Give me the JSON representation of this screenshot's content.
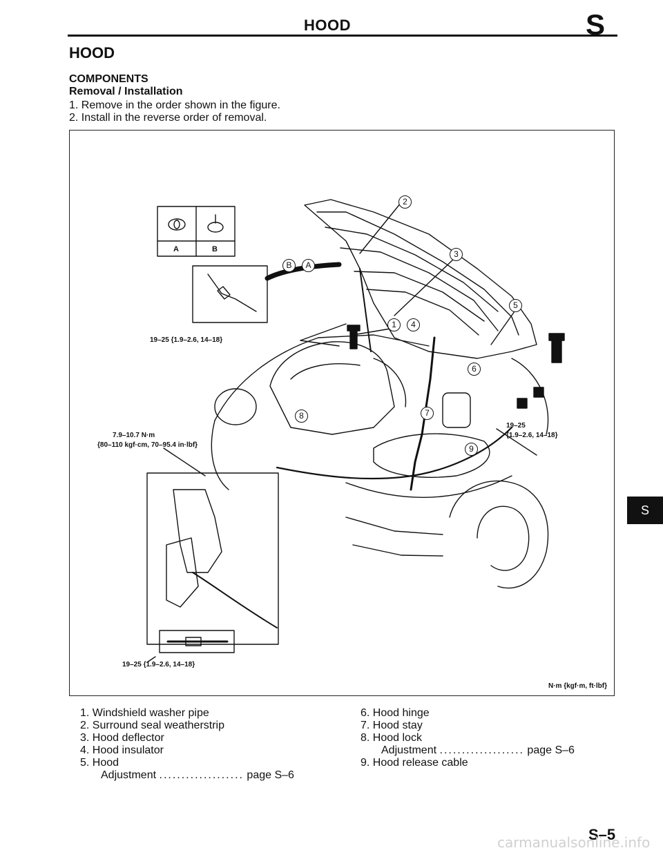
{
  "header": {
    "title": "HOOD",
    "section_letter": "S"
  },
  "page_title": "HOOD",
  "components_heading": "COMPONENTS",
  "procedure_heading": "Removal / Installation",
  "steps": [
    "1. Remove in the order shown in the figure.",
    "2. Install in the reverse order of removal."
  ],
  "figure": {
    "torque_labels": [
      "19–25 {1.9–2.6, 14–18}",
      "7.9–10.7 N·m",
      "{80–110 kgf·cm, 70–95.4 in·lbf}",
      "19–25",
      "{1.9–2.6, 14–18}",
      "19–25 {1.9–2.6, 14–18}"
    ],
    "inset_labels": [
      "A",
      "B"
    ],
    "callout_letters": [
      "B",
      "A"
    ],
    "callouts": [
      "1",
      "2",
      "3",
      "4",
      "5",
      "6",
      "7",
      "8",
      "9"
    ],
    "unit_legend": "N·m {kgf·m, ft·lbf}"
  },
  "legend": {
    "left": [
      "1. Windshield washer pipe",
      "2. Surround seal weatherstrip",
      "3. Hood deflector",
      "4. Hood insulator",
      "5. Hood"
    ],
    "left_adjustment": {
      "label": "Adjustment",
      "dots": "...................",
      "ref": "page S–6"
    },
    "right": [
      "6. Hood hinge",
      "7. Hood stay",
      "8. Hood lock"
    ],
    "right_adjustment": {
      "label": "Adjustment",
      "dots": "...................",
      "ref": "page S–6"
    },
    "right_last": "9. Hood release cable"
  },
  "side_tab": "S",
  "page_number": "S–5",
  "watermark": "carmanualsonline.info"
}
